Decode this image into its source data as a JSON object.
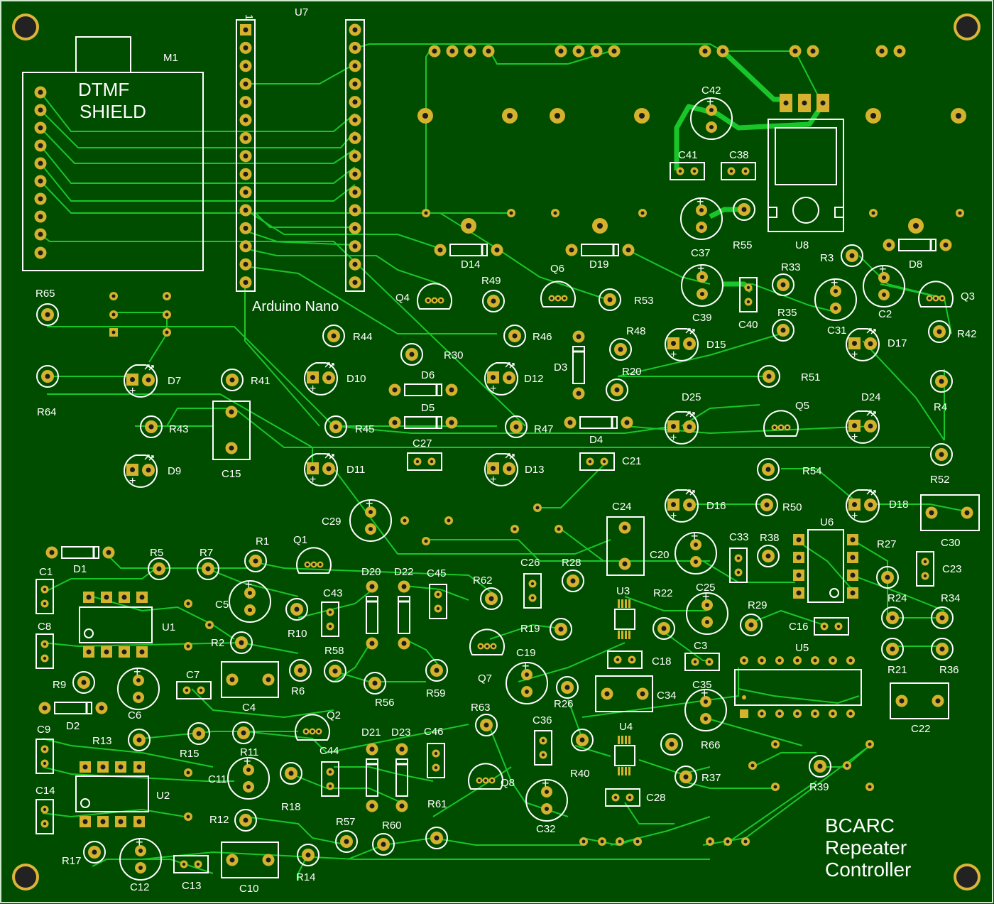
{
  "board": {
    "title_lines": [
      "BCARC",
      "Repeater",
      "Controller"
    ],
    "colors": {
      "substrate": "#014d00",
      "edge": "#cfe9cf",
      "trace": "#19c62a",
      "pad": "#d4b22e",
      "hole": "#1d1d1d",
      "silk": "#ffffff",
      "mount": "#ddb43a"
    }
  },
  "modules": {
    "dtmf": {
      "ref": "M1",
      "label_lines": [
        "DTMF",
        "SHIELD"
      ]
    },
    "nano": {
      "ref": "U7",
      "label": "Arduino Nano",
      "pin1": "1"
    }
  },
  "designators": [
    "R65",
    "R64",
    "D7",
    "R41",
    "R43",
    "D9",
    "C15",
    "R44",
    "D10",
    "R45",
    "D11",
    "R30",
    "D6",
    "D5",
    "C27",
    "R46",
    "D12",
    "R47",
    "D13",
    "D3",
    "D4",
    "C21",
    "R48",
    "R20",
    "D15",
    "D25",
    "D16",
    "R50",
    "R51",
    "Q5",
    "R54",
    "D24",
    "D18",
    "R52",
    "R4",
    "D17",
    "R42",
    "Q3",
    "C2",
    "C31",
    "R35",
    "R33",
    "C40",
    "C39",
    "R3",
    "D8",
    "U8",
    "C37",
    "R55",
    "C41",
    "C38",
    "C42",
    "D14",
    "D19",
    "Q4",
    "R49",
    "Q6",
    "R53",
    "D1",
    "R5",
    "R7",
    "R1",
    "Q1",
    "C29",
    "C1",
    "C8",
    "U1",
    "C5",
    "R10",
    "D20",
    "D22",
    "C45",
    "R62",
    "C43",
    "C26",
    "R28",
    "C24",
    "C20",
    "C33",
    "R38",
    "U6",
    "R27",
    "C30",
    "C23",
    "R2",
    "R6",
    "R58",
    "C4",
    "C7",
    "R9",
    "C6",
    "D2",
    "Q2",
    "R56",
    "R59",
    "Q7",
    "C19",
    "R19",
    "U3",
    "R22",
    "C18",
    "C25",
    "R29",
    "C16",
    "R24",
    "R34",
    "R21",
    "R36",
    "C3",
    "U5",
    "C34",
    "C35",
    "R26",
    "C22",
    "C9",
    "R13",
    "R15",
    "R11",
    "R63",
    "D21",
    "D23",
    "C46",
    "C44",
    "C36",
    "R40",
    "U4",
    "R66",
    "R37",
    "C14",
    "U2",
    "C11",
    "R18",
    "Q8",
    "C32",
    "R39",
    "R12",
    "R57",
    "R60",
    "R61",
    "C28",
    "R17",
    "C12",
    "C13",
    "C10",
    "R14"
  ]
}
